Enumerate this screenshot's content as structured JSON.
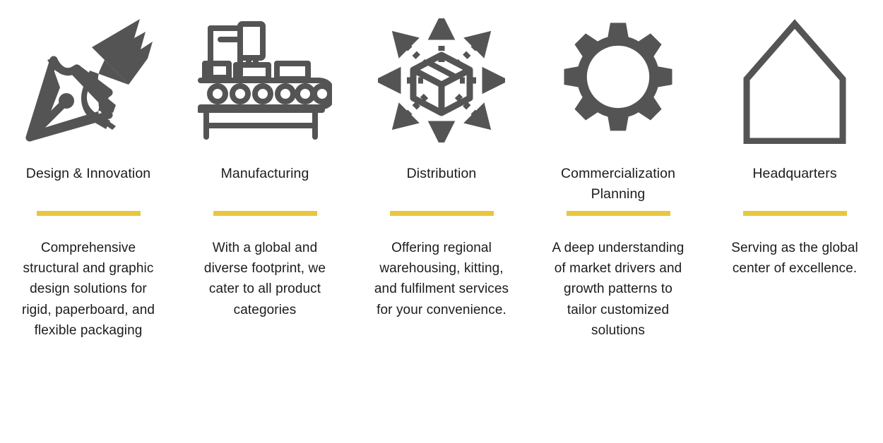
{
  "theme": {
    "background": "#ffffff",
    "accent_yellow": "#e8c73c",
    "icon_gray": "#545454",
    "text_color": "#1c1c1c"
  },
  "columns": [
    {
      "icon": "fountain-pen-nib-icon",
      "title": "Design & Innovation",
      "description": "Comprehensive structural and graphic design solutions for rigid, paperboard, and flexible packaging"
    },
    {
      "icon": "conveyor-belt-robot-arm-icon",
      "title": "Manufacturing",
      "description": "With a global and diverse footprint, we cater to all product categories"
    },
    {
      "icon": "box-distribution-arrows-icon",
      "title": "Distribution",
      "description": "Offering regional warehousing, kitting, and fulfilment services for your convenience."
    },
    {
      "icon": "gear-icon",
      "title": "Commercialization Planning",
      "description": "A deep understanding of market drivers and growth patterns to tailor customized solutions"
    },
    {
      "icon": "house-headquarters-icon",
      "title": "Headquarters",
      "description": "Serving as the global center of excellence."
    }
  ]
}
